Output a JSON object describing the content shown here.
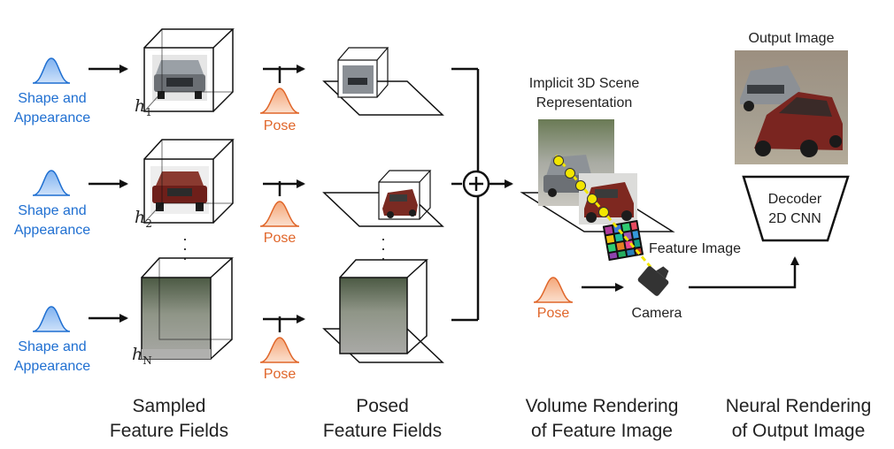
{
  "shape_appearance_label": [
    "Shape and",
    "Appearance"
  ],
  "pose_label": "Pose",
  "latent_labels": [
    {
      "base": "h",
      "sub": "1"
    },
    {
      "base": "h",
      "sub": "2"
    },
    {
      "base": "h",
      "sub": "N"
    }
  ],
  "ellipsis": "·",
  "implicit_scene_label": [
    "Implicit 3D Scene",
    "Representation"
  ],
  "feature_image_label": "Feature Image",
  "camera_label": "Camera",
  "output_image_label": "Output Image",
  "decoder_label": [
    "Decoder",
    "2D CNN"
  ],
  "stage_labels": [
    [
      "Sampled",
      "Feature Fields"
    ],
    [
      "Posed",
      "Feature Fields"
    ],
    [
      "Volume Rendering",
      "of Feature Image"
    ],
    [
      "Neural Rendering",
      "of Output Image"
    ]
  ],
  "colors": {
    "shape_blue": "#1f6fd1",
    "pose_orange": "#e0662a",
    "ray_yellow": "#f2e600",
    "text_dark": "#222222"
  }
}
